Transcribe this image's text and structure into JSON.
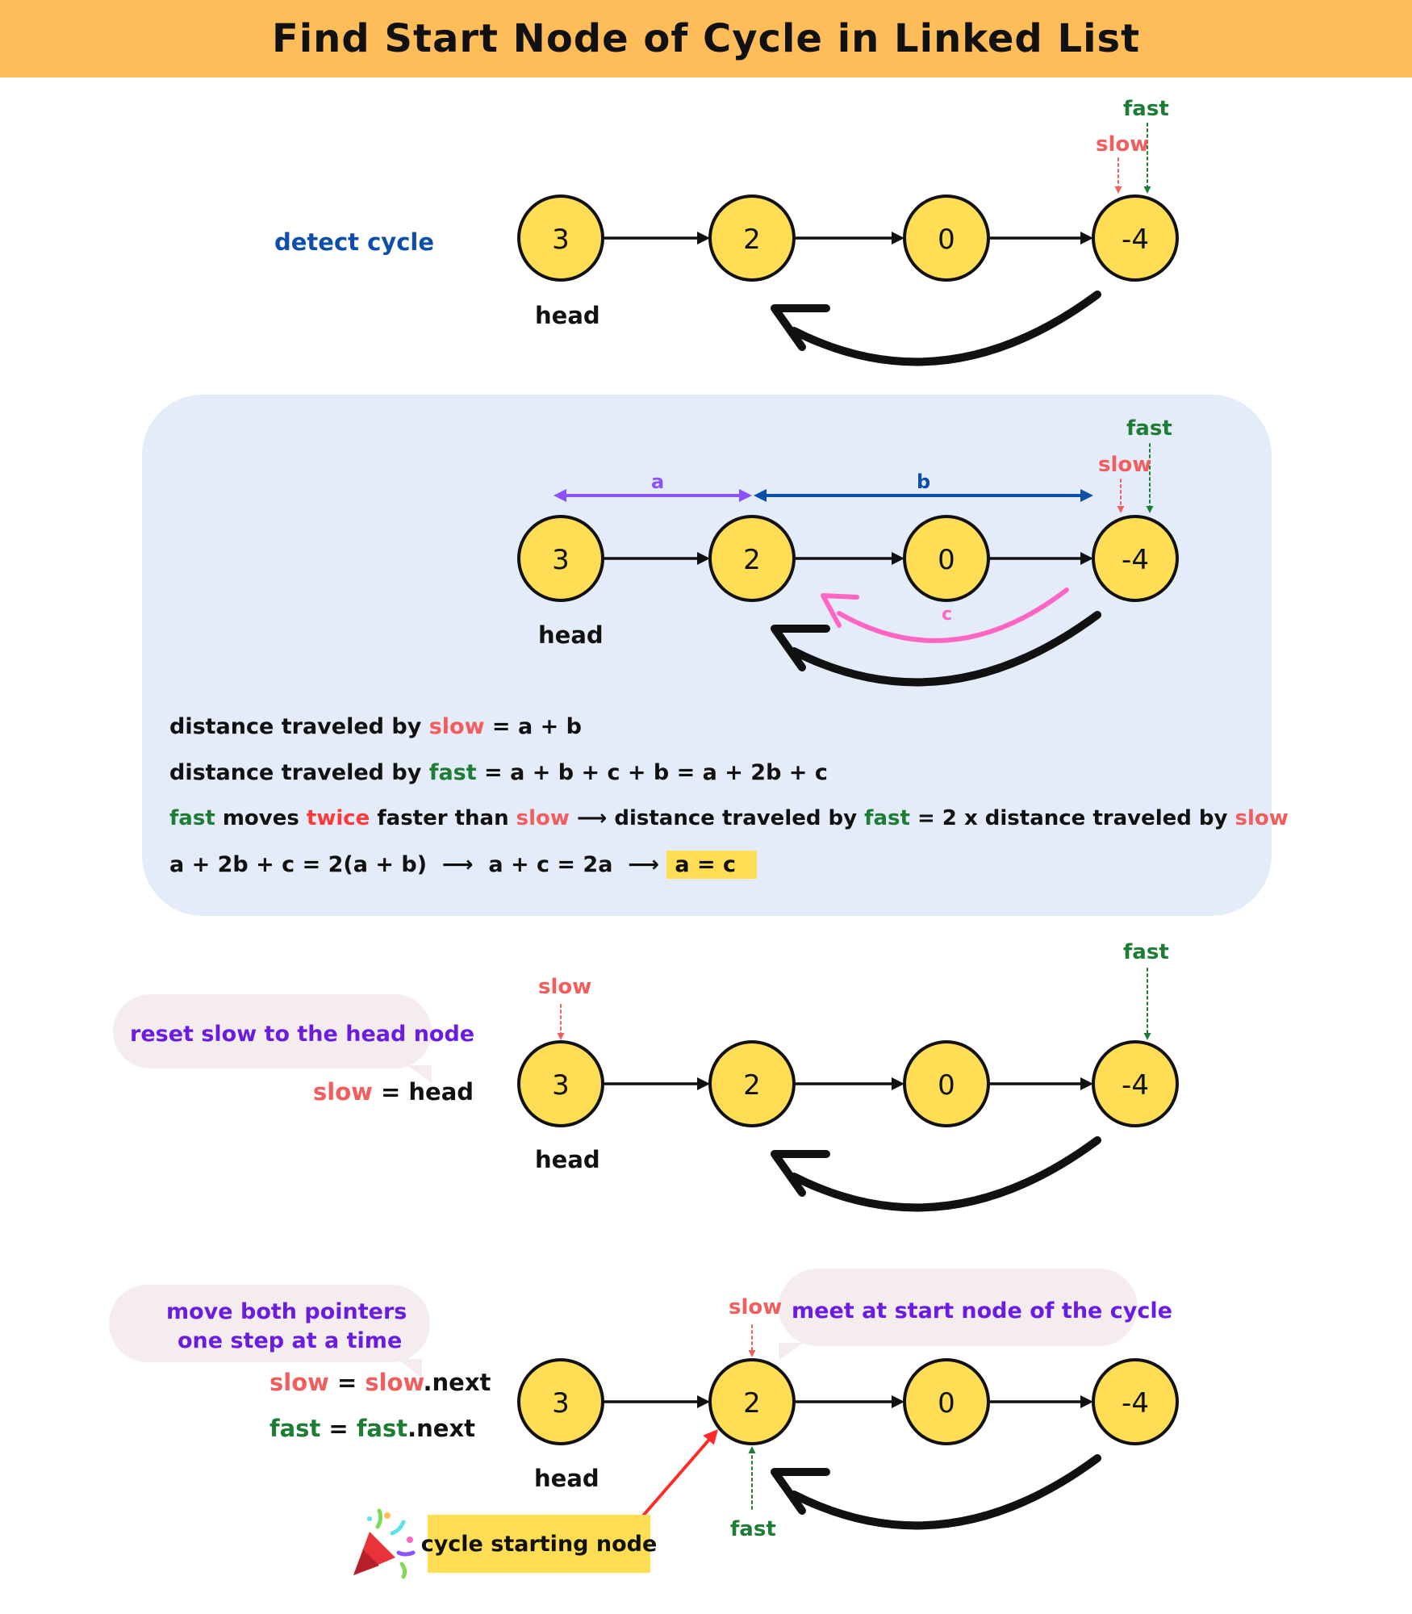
{
  "title": "Find Start Node of Cycle in Linked List",
  "colors": {
    "header": "#ffbd59",
    "node_fill": "#ffdd55",
    "panel": "#e3ecf8",
    "slow": "#f25d5d",
    "fast": "#1e7d34",
    "note": "#6a1de0",
    "detect": "#0c4ea8",
    "arrow_a": "#8c52ff",
    "arrow_b": "#0c4ea8",
    "arrow_c": "#ff66c4",
    "meet_arrow": "#ff2a2a"
  },
  "nodes": [
    "3",
    "2",
    "0",
    "-4"
  ],
  "head_label": "head",
  "pointers": {
    "slow": "slow",
    "fast": "fast"
  },
  "section1": {
    "caption": "detect cycle"
  },
  "section2": {
    "seg_a": "a",
    "seg_b": "b",
    "seg_c": "c",
    "eq1": {
      "p1": "distance traveled by ",
      "slow": "slow",
      "p2": " = a + b"
    },
    "eq2": {
      "p1": "distance traveled by ",
      "fast": "fast",
      "p2": " = a + b + c + b = a + 2b + c"
    },
    "eq3": {
      "fast1": "fast",
      "p1": " moves ",
      "twice": "twice",
      "p2": " faster than ",
      "slow1": "slow",
      "arrow": "⟶",
      "p3": " distance traveled by ",
      "fast2": "fast",
      "p4": " = 2 x distance traveled by ",
      "slow2": "slow"
    },
    "eq4": {
      "p1": "a + 2b + c = 2(a + b)  ⟶  a + c = 2a  ⟶ ",
      "result": "a = c"
    }
  },
  "section3": {
    "bubble": "reset slow to the head node",
    "code_slow": "slow",
    "code_rest": " = head"
  },
  "section4": {
    "bubble_line1": "move both pointers",
    "bubble_line2": "one step at a time",
    "code1_slow": "slow",
    "code1_eq": " = ",
    "code1_slow2": "slow",
    "code1_next": ".next",
    "code2_fast": "fast",
    "code2_eq": " = ",
    "code2_fast2": "fast",
    "code2_next": ".next",
    "meet": "meet at start node of the cycle",
    "result_box": "cycle starting node",
    "party_icon": "party-popper-icon"
  }
}
